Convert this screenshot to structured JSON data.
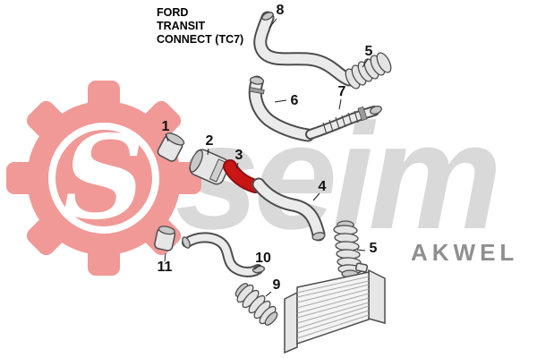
{
  "title": {
    "line1": "FORD",
    "line2": "TRANSIT",
    "line3": "CONNECT (TC7)"
  },
  "watermark": {
    "text": "seim",
    "brand": "AKWEL"
  },
  "logo": {
    "letter": "S"
  },
  "colors": {
    "logo_pink": "#f09997",
    "highlight_red": "#c81616",
    "watermark_gray": "#d9d9d9",
    "brand_gray": "#8f8f8f"
  },
  "callouts": {
    "n1": "1",
    "n2": "2",
    "n3": "3",
    "n4": "4",
    "n5_top": "5",
    "n5_mid": "5",
    "n6": "6",
    "n7": "7",
    "n8": "8",
    "n9": "9",
    "n10": "10",
    "n11": "11"
  }
}
